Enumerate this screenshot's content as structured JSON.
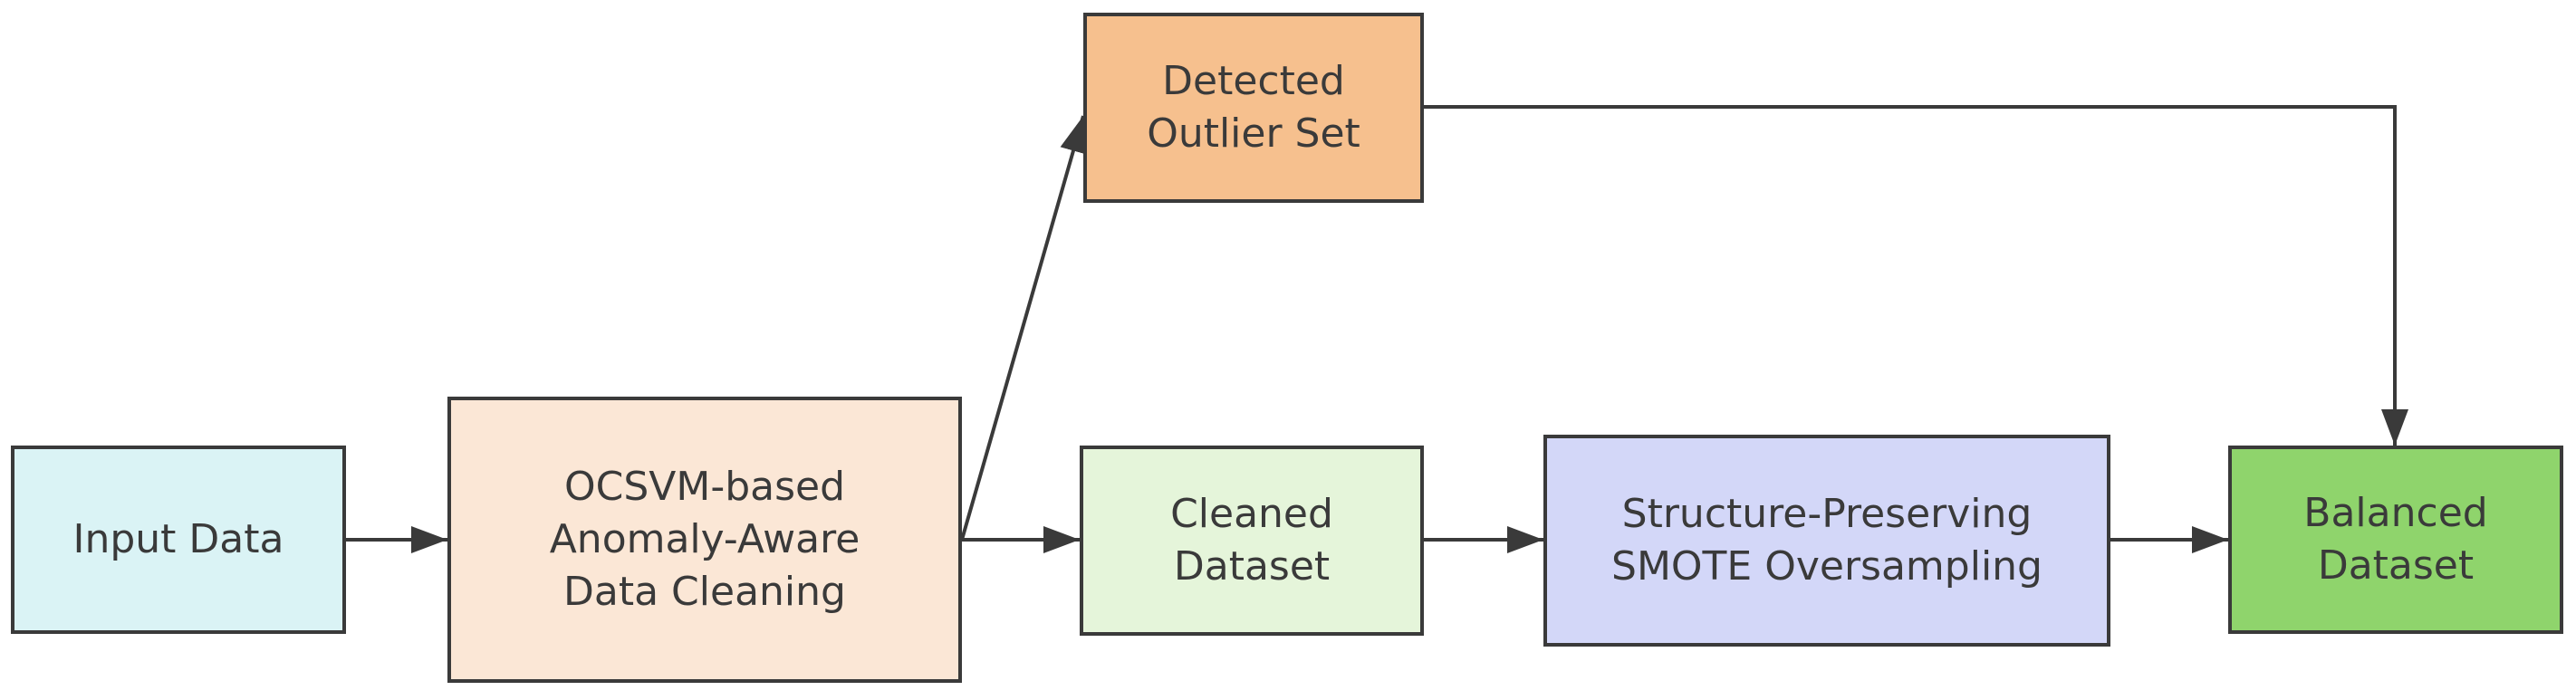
{
  "nodes": {
    "input": {
      "label": "Input Data",
      "color": "#daf3f5"
    },
    "cleaning": {
      "label": "OCSVM-based\nAnomaly-Aware\nData Cleaning",
      "color": "#fbe7d6"
    },
    "outlier": {
      "label": "Detected\nOutlier Set",
      "color": "#f6c08e"
    },
    "cleaned": {
      "label": "Cleaned\nDataset",
      "color": "#e5f5da"
    },
    "smote": {
      "label": "Structure-Preserving\nSMOTE Oversampling",
      "color": "#d3d7f8"
    },
    "balanced": {
      "label": "Balanced\nDataset",
      "color": "#8fd46c"
    }
  },
  "edges": [
    {
      "from": "input",
      "to": "cleaning"
    },
    {
      "from": "cleaning",
      "to": "outlier"
    },
    {
      "from": "cleaning",
      "to": "cleaned"
    },
    {
      "from": "cleaned",
      "to": "smote"
    },
    {
      "from": "smote",
      "to": "balanced"
    },
    {
      "from": "outlier",
      "to": "balanced"
    }
  ],
  "colors": {
    "border": "#3a3a3a",
    "edge": "#3a3a3a",
    "text": "#3a3a3a"
  }
}
